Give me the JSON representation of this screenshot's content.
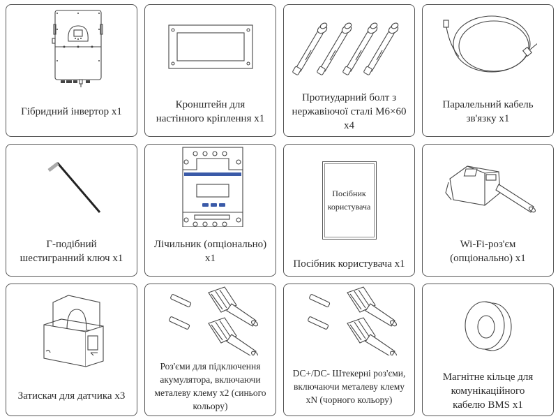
{
  "items": [
    {
      "caption": "Гібридний інвертор x1",
      "icon": "hybrid-inverter-icon"
    },
    {
      "caption": "Кронштейн для\nнастінного кріплення x1",
      "icon": "wall-bracket-icon"
    },
    {
      "caption": "Протиударний болт з\nнержавіючої сталі M6×60\nx4",
      "icon": "expansion-bolt-icon"
    },
    {
      "caption": "Паралельний кабель\nзв'язку x1",
      "icon": "parallel-cable-icon"
    },
    {
      "caption": "Г-подібний\nшестигранний ключ x1",
      "icon": "hex-key-icon"
    },
    {
      "caption": "Лічильник (опціонально)\nx1",
      "icon": "energy-meter-icon"
    },
    {
      "caption": "Посібник користувача x1",
      "icon": "user-manual-icon",
      "manual_cover_text": "Посібник\nкористувача"
    },
    {
      "caption": "Wi-Fi-роз'єм\n(опціонально) x1",
      "icon": "wifi-plug-icon"
    },
    {
      "caption": "Затискач для датчика x3",
      "icon": "sensor-clamp-icon"
    },
    {
      "caption": "Роз'єми для підключення\nакумулятора, включаючи\nметалеву клему x2 (синього\nкольору)",
      "icon": "battery-connector-icon"
    },
    {
      "caption": "DC+/DC- Штекерні роз'єми,\nвключаючи металеву клему\nxN (чорного кольору)",
      "icon": "dc-connector-icon"
    },
    {
      "caption": "Магнітне кільце для\nкомунікаційного\nкабелю BMS x1",
      "icon": "magnetic-ring-icon"
    }
  ],
  "colors": {
    "meter_accent": "#3a5aa8",
    "border": "#555555"
  }
}
